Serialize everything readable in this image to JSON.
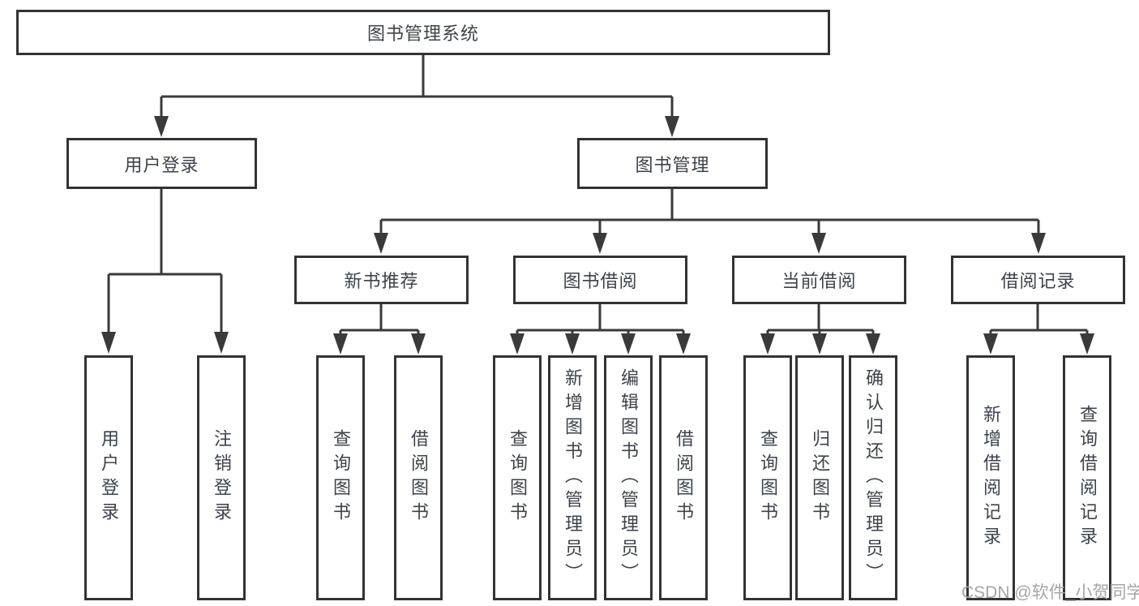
{
  "diagram": {
    "title": "图书管理系统",
    "branches": [
      {
        "label": "用户登录",
        "children": [
          {
            "label": "用户登录"
          },
          {
            "label": "注销登录"
          }
        ]
      },
      {
        "label": "图书管理",
        "children": [
          {
            "label": "新书推荐",
            "children": [
              {
                "label": "查询图书"
              },
              {
                "label": "借阅图书"
              }
            ]
          },
          {
            "label": "图书借阅",
            "children": [
              {
                "label": "查询图书"
              },
              {
                "label": "新增图书（管理员）"
              },
              {
                "label": "编辑图书（管理员）"
              },
              {
                "label": "借阅图书"
              }
            ]
          },
          {
            "label": "当前借阅",
            "children": [
              {
                "label": "查询图书"
              },
              {
                "label": "归还图书"
              },
              {
                "label": "确认归还（管理员）"
              }
            ]
          },
          {
            "label": "借阅记录",
            "children": [
              {
                "label": "新增借阅记录"
              },
              {
                "label": "查询借阅记录"
              }
            ]
          }
        ]
      }
    ]
  },
  "watermark": {
    "text": "CSDN @软件_小贺同学"
  },
  "colors": {
    "line": "#3a3a3a",
    "box_border": "#333333",
    "text": "#3d434a",
    "watermark": "#a6a6a6",
    "background": "#ffffff"
  }
}
